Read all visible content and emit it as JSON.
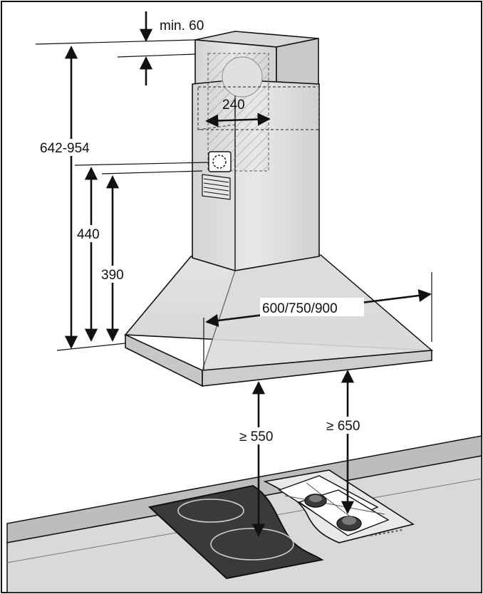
{
  "dimensions": {
    "min_clearance": "min. 60",
    "overall_height": "642-954",
    "duct_width": "240",
    "bracket_height": "440",
    "vent_height": "390",
    "hood_width": "600/750/900",
    "electric_hob_clearance": "≥ 550",
    "gas_hob_clearance": "≥ 650"
  },
  "colors": {
    "steel_light": "#e9e9e9",
    "steel_mid": "#cfcfcf",
    "steel_dark": "#a9a9a9",
    "counter": "#cfcfcf",
    "glass_hob": "#3a3a3a",
    "line": "#111111"
  }
}
